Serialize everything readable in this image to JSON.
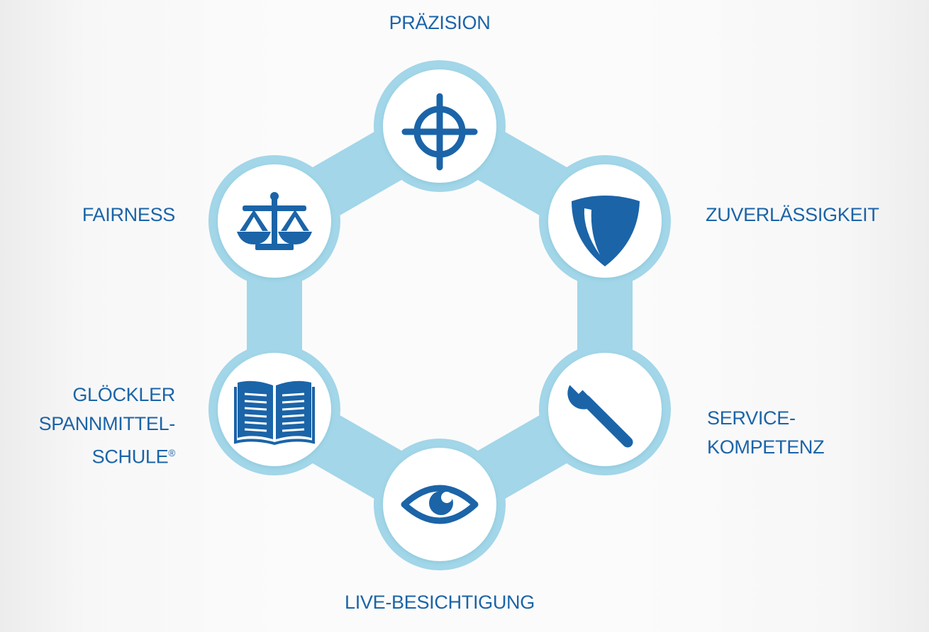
{
  "colors": {
    "ring": "#a2d6e8",
    "node_fill": "#ffffff",
    "icon": "#1b64a8",
    "label": "#1b64a8"
  },
  "nodes": [
    {
      "name": "praezision",
      "icon": "crosshair-icon",
      "label_lines": [
        "PRÄZISION"
      ]
    },
    {
      "name": "zuverlaessigkeit",
      "icon": "shield-icon",
      "label_lines": [
        "ZUVERLÄSSIGKEIT"
      ]
    },
    {
      "name": "servicekompetenz",
      "icon": "wrench-icon",
      "label_lines": [
        "SERVICE-",
        "KOMPETENZ"
      ]
    },
    {
      "name": "live-besichtigung",
      "icon": "eye-icon",
      "label_lines": [
        "LIVE-BESICHTIGUNG"
      ]
    },
    {
      "name": "spannmittelschule",
      "icon": "book-icon",
      "label_lines": [
        "GLÖCKLER",
        "SPANNMITTEL-",
        "SCHULE"
      ],
      "registered_mark": "®"
    },
    {
      "name": "fairness",
      "icon": "scales-icon",
      "label_lines": [
        "FAIRNESS"
      ]
    }
  ]
}
